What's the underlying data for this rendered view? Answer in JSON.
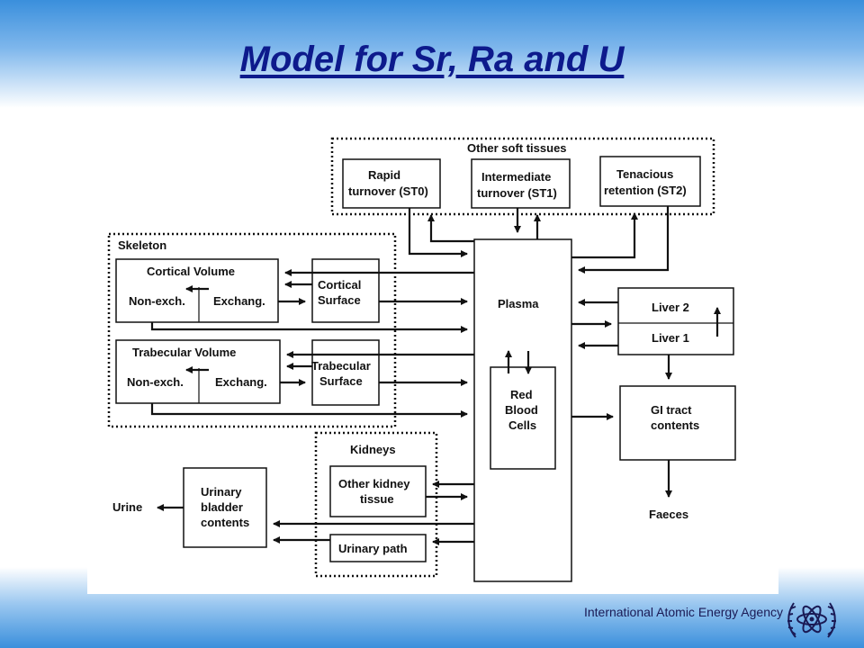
{
  "slide": {
    "title": "Model for Sr, Ra and U",
    "footer": "International Atomic Energy Agency"
  },
  "diagram": {
    "groups": {
      "other_soft_tissues": "Other soft tissues",
      "skeleton": "Skeleton",
      "kidneys": "Kidneys"
    },
    "boxes": {
      "st0": [
        "Rapid",
        "turnover (ST0)"
      ],
      "st1": [
        "Intermediate",
        "turnover (ST1)"
      ],
      "st2": [
        "Tenacious",
        "retention (ST2)"
      ],
      "cortical_volume": "Cortical Volume",
      "cortical_nonexch": "Non-exch.",
      "cortical_exch": "Exchang.",
      "cortical_surface": [
        "Cortical",
        "Surface"
      ],
      "trabecular_volume": "Trabecular Volume",
      "trabecular_nonexch": "Non-exch.",
      "trabecular_exch": "Exchang.",
      "trabecular_surface": [
        "Trabecular",
        "Surface"
      ],
      "plasma": "Plasma",
      "rbc": [
        "Red",
        "Blood",
        "Cells"
      ],
      "liver2": "Liver 2",
      "liver1": "Liver 1",
      "gi_tract": [
        "GI tract",
        "contents"
      ],
      "faeces": "Faeces",
      "other_kidney": [
        "Other kidney",
        "tissue"
      ],
      "urinary_path": "Urinary path",
      "urinary_bladder": [
        "Urinary",
        "bladder",
        "contents"
      ],
      "urine": "Urine"
    }
  }
}
